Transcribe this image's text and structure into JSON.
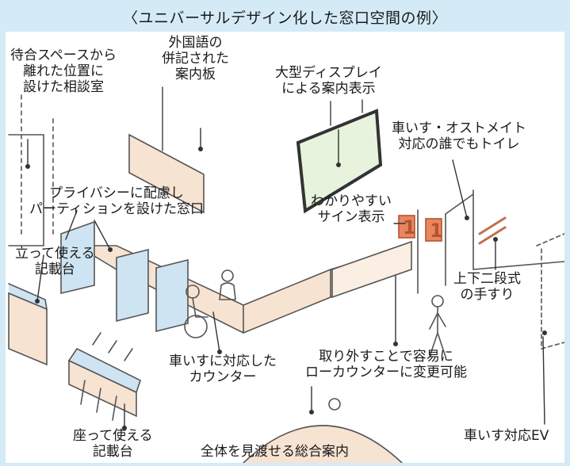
{
  "title": "〈ユニバーサルデザイン化した窓口空間の例〉",
  "labels": {
    "consult_room": [
      "待合スペースから",
      "離れた位置に",
      "設けた相談室"
    ],
    "multilingual": [
      "外国語の",
      "併記された",
      "案内板"
    ],
    "display": [
      "大型ディスプレイ",
      "による案内表示"
    ],
    "toilet": [
      "車いす・オストメイト",
      "対応の誰でもトイレ"
    ],
    "privacy": [
      "プライバシーに配慮し",
      "パーティションを設けた窓口"
    ],
    "signage": [
      "わかりやすい",
      "サイン表示"
    ],
    "standing_desk": [
      "立って使える",
      "記載台"
    ],
    "handrail": [
      "上下二段式",
      "の手すり"
    ],
    "wheelchair_counter": [
      "車いすに対応した",
      "カウンター"
    ],
    "low_counter": [
      "取り外すことで容易に",
      "ローカウンターに変更可能"
    ],
    "seated_desk": [
      "座って使える",
      "記載台"
    ],
    "info_desk": [
      "全体を見渡せる総合案内"
    ],
    "elevator": [
      "車いす対応EV"
    ]
  },
  "sign_numbers": [
    "1",
    "1"
  ],
  "colors": {
    "background": "#d4ebf7",
    "counter": "#f7e3d2",
    "partition": "#cfe4f2",
    "sign": "#e8875f",
    "display_screen": "#e7f3dc",
    "floor": "#ffffff"
  }
}
